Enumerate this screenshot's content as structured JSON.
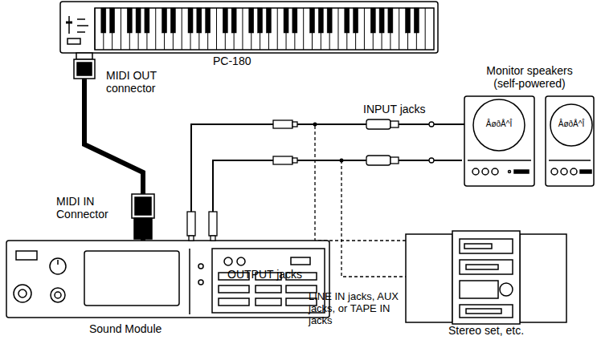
{
  "diagram": {
    "nodes": [
      {
        "text": [
          "PC-180"
        ]
      },
      {
        "text": [
          "Sound Module"
        ]
      },
      {
        "text": [
          "Monitor speakers (self-powered)"
        ]
      },
      {
        "text": [
          "Stereo set, etc."
        ]
      }
    ],
    "edges": [
      {
        "from": 0,
        "to": 1,
        "arrow": "none"
      },
      {
        "from": 1,
        "to": 2,
        "arrow": "none"
      },
      {
        "from": 1,
        "to": 3,
        "arrow": "none"
      }
    ],
    "labels": [
      "MIDI OUT connector",
      "MIDI IN Connector",
      "OUTPUT jacks",
      "INPUT jacks",
      "ÂøðÅ^Î",
      "ÂøðÅ^Î",
      "LINE IN jacks, AUX jacks, or TAPE IN jacks"
    ]
  }
}
